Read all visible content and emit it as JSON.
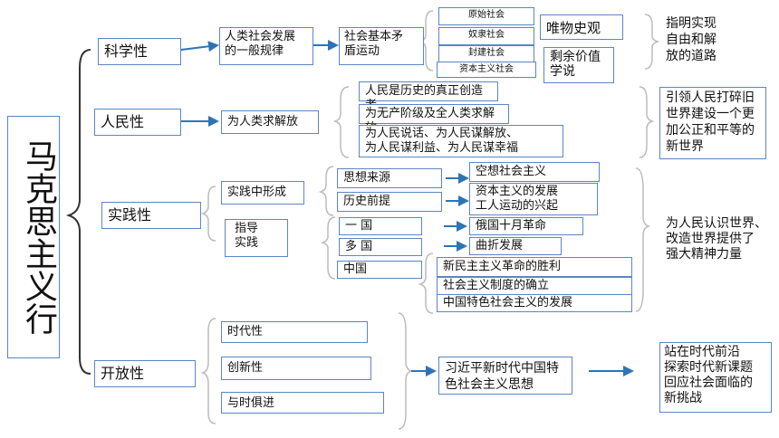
{
  "title": "马克思主义行",
  "categories": {
    "kexue": "科学性",
    "renmin": "人民性",
    "shijian": "实践性",
    "kaifang": "开放性"
  },
  "kexue": {
    "law": "人类社会发展\n的一般规律",
    "contradiction": "社会基本矛\n盾运动",
    "societies": [
      "原始社会",
      "奴隶社会",
      "封建社会",
      "资本主义社会"
    ],
    "materialism": "唯物史观",
    "surplus": "剩余价值\n学说",
    "result": "指明实现\n自由和解\n放的道路"
  },
  "renmin": {
    "goal": "为人类求解放",
    "points": [
      "人民是历史的真正创造者",
      "为无产阶级及全人类求解放",
      "为人民说话、为人民谋解放、\n为人民谋利益、为人民谋幸福"
    ],
    "result": "引领人民打碎旧\n世界建设一个更\n加公正和平等的\n新世界"
  },
  "shijian": {
    "formed": "实践中形成",
    "source": "思想来源",
    "premise": "历史前提",
    "utopian": "空想社会主义",
    "capitalism": "资本主义的发展\n工人运动的兴起",
    "guide": "指导\n实践",
    "one_country": "一 国",
    "many_countries": "多 国",
    "china": "中国",
    "october": "俄国十月革命",
    "tortuous": "曲折发展",
    "china_items": [
      "新民主主义革命的胜利",
      "社会主义制度的确立",
      "中国特色社会主义的发展"
    ],
    "result": "为人民认识世界、\n改造世界提供了\n强大精神力量"
  },
  "kaifang": {
    "traits": [
      "时代性",
      "创新性",
      "与时俱进"
    ],
    "thought": "习近平新时代中国特\n色社会主义思想",
    "result": "站在时代前沿\n探索时代新课题\n回应社会面临的\n新挑战"
  },
  "colors": {
    "border": "#5b86c4",
    "arrow": "#2e74b5",
    "line": "#333333",
    "bracket": "#c0c0c0"
  }
}
